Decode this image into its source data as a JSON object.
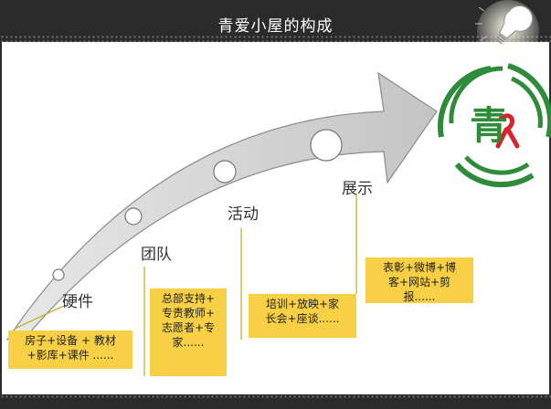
{
  "title": "青爱小屋的构成",
  "stages": [
    {
      "label": "硬件",
      "detail": "房子+设备 + 教材\n+影库+课件 ......"
    },
    {
      "label": "团队",
      "detail": "总部支持+\n专责教师+\n志愿者+专\n家......"
    },
    {
      "label": "活动",
      "detail": "培训+放映+家\n长会+座谈......"
    },
    {
      "label": "展示",
      "detail": "表彰+微博+博\n客+网站+剪\n报......"
    }
  ],
  "logo": {
    "character": "青"
  },
  "colors": {
    "header": "#2b2b2b",
    "box": "#f7d046",
    "leader": "#c8b02a",
    "arrow": "#cfcfcf",
    "logo_green": "#2e8b3a",
    "logo_red": "#d9232b"
  }
}
